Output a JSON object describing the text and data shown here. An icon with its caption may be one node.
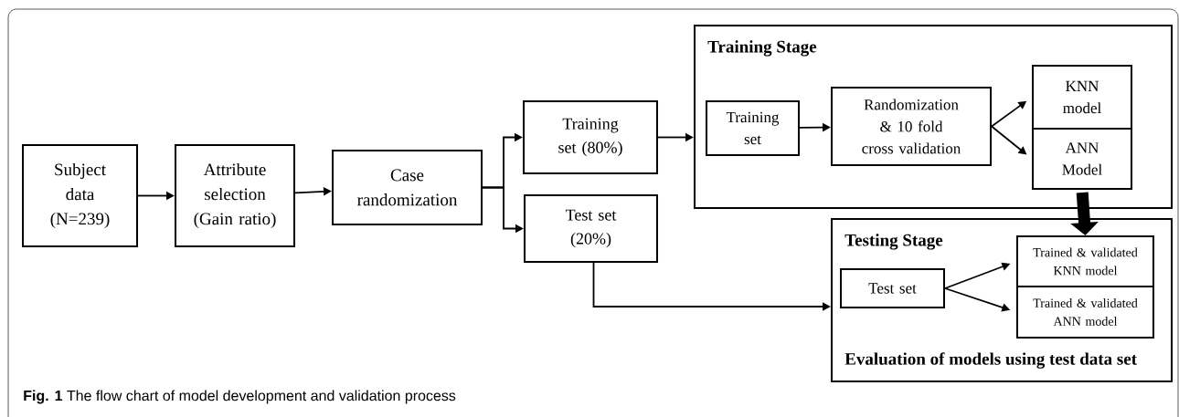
{
  "diagram": {
    "caption": "**Fig. 1** The flow chart of model development and validation process",
    "nodes": [
      {
        "text": [
          "Subject data (N=239)"
        ]
      },
      {
        "text": [
          "Attribute selection (Gain ratio)"
        ]
      },
      {
        "text": [
          "Case randomization"
        ]
      },
      {
        "text": [
          "Training set (80%)"
        ]
      },
      {
        "text": [
          "Test set (20%)"
        ]
      },
      {
        "text": [
          "Training Stage"
        ]
      },
      {
        "text": [
          "Training set"
        ],
        "in": 5
      },
      {
        "text": [
          "Randomization & 10 fold cross validation"
        ],
        "in": 5
      },
      {
        "text": [
          "KNN model"
        ],
        "in": 5
      },
      {
        "text": [
          "ANN Model"
        ],
        "in": 5
      },
      {
        "text": [
          "Testing Stage",
          "Evaluation of models using test data set"
        ]
      },
      {
        "text": [
          "Test set"
        ],
        "in": 10
      },
      {
        "text": [
          "Trained & validated KNN model"
        ],
        "in": 10
      },
      {
        "text": [
          "Trained & validated ANN model"
        ],
        "in": 10
      }
    ],
    "edges": [
      {
        "from": 0,
        "to": 1,
        "arrow": "to"
      },
      {
        "from": 1,
        "to": 2,
        "arrow": "to"
      },
      {
        "from": 2,
        "to": 3,
        "arrow": "to"
      },
      {
        "from": 2,
        "to": 4,
        "arrow": "to"
      },
      {
        "from": 3,
        "to": 5,
        "arrow": "to"
      },
      {
        "from": 4,
        "to": 10,
        "arrow": "to"
      },
      {
        "from": 6,
        "to": 7,
        "arrow": "to"
      },
      {
        "from": 7,
        "to": 8,
        "arrow": "to"
      },
      {
        "from": 7,
        "to": 9,
        "arrow": "to"
      },
      {
        "from": 9,
        "to": 12,
        "arrow": "to",
        "style": "thick"
      },
      {
        "from": 11,
        "to": 12,
        "arrow": "to"
      },
      {
        "from": 11,
        "to": 13,
        "arrow": "to"
      }
    ]
  }
}
